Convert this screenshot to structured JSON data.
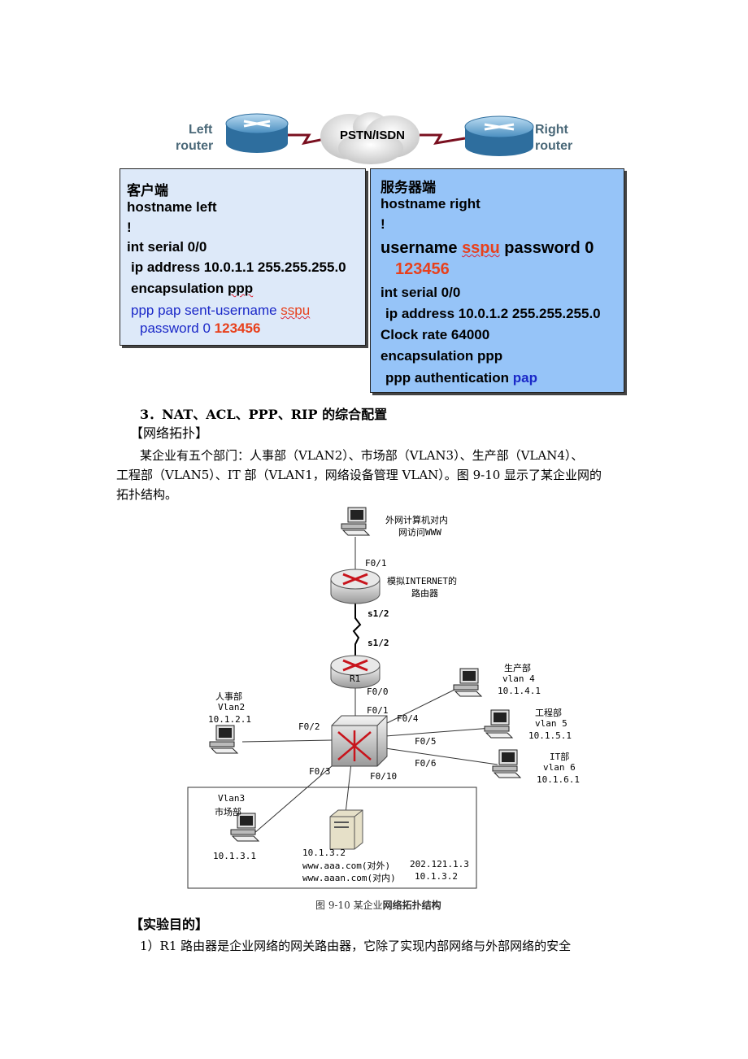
{
  "top_diagram": {
    "left_router_label": [
      "Left",
      "router"
    ],
    "right_router_label": [
      "Right",
      "router"
    ],
    "cloud_label": "PSTN/ISDN",
    "client_box": {
      "title": "客户端",
      "hostname": "hostname left",
      "bang": "!",
      "interface": "int serial 0/0",
      "ip": "ip address 10.0.1.1 255.255.255.0",
      "encap_prefix": "encapsulation ",
      "encap_word": "ppp",
      "pap_prefix": "ppp pap sent-username ",
      "pap_user": "sspu",
      "pap_pw_prefix": "password 0 ",
      "pap_pw": "123456",
      "background": "#dde9f9"
    },
    "server_box": {
      "title": "服务器端",
      "hostname": "hostname right",
      "bang": "!",
      "user_prefix": "username ",
      "user_name": "sspu",
      "user_suffix": " password 0",
      "user_pw": "123456",
      "interface": "int serial 0/0",
      "ip": "ip address 10.0.1.2 255.255.255.0",
      "clock": "Clock rate 64000",
      "encap": "encapsulation ppp",
      "auth_prefix": "ppp authentication ",
      "auth_word": "pap",
      "background": "#96c4f8"
    }
  },
  "section": {
    "heading": "3．NAT、ACL、PPP、RIP 的综合配置",
    "topology_heading": "【网络拓扑】",
    "paragraph_line1": "某企业有五个部门：人事部（VLAN2）、市场部（VLAN3）、生产部（VLAN4）、",
    "paragraph_line2": "工程部（VLAN5）、IT 部（VLAN1，网络设备管理 VLAN）。图 9-10 显示了某企业网的",
    "paragraph_line3": "拓扑结构。"
  },
  "topology": {
    "ext_pc_label": [
      "外网计算机对内",
      "网访问WWW"
    ],
    "internet_router_label": [
      "模拟INTERNET的",
      "路由器"
    ],
    "internet_f0_1": "F0/1",
    "serial_top": "s1/2",
    "serial_bottom": "s1/2",
    "r1_label": "R1",
    "r1_f0_0": "F0/0",
    "switch_f0_1": "F0/1",
    "port_f0_2": "F0/2",
    "port_f0_3": "F0/3",
    "port_f0_4": "F0/4",
    "port_f0_5": "F0/5",
    "port_f0_6": "F0/6",
    "port_f0_10": "F0/10",
    "hr": [
      "人事部",
      "Vlan2",
      "10.1.2.1"
    ],
    "production": [
      "生产部",
      "vlan 4",
      "10.1.4.1"
    ],
    "engineering": [
      "工程部",
      "vlan 5",
      "10.1.5.1"
    ],
    "it": [
      "IT部",
      "vlan 6",
      "10.1.6.1"
    ],
    "market": [
      "Vlan3",
      "市场部"
    ],
    "market_ip": "10.1.3.1",
    "server_ip": "10.1.3.2",
    "server_ext": "www.aaa.com(对外)",
    "server_ext_ip": "202.121.1.3",
    "server_int": "www.aaan.com(对内)",
    "server_int_ip": "10.1.3.2",
    "caption_prefix": "图 9-10 某企业",
    "caption_bold": "网络拓扑结构"
  },
  "purpose": {
    "heading": "【实验目的】",
    "line1": "1）R1 路由器是企业网络的网关路由器，它除了实现内部网络与外部网络的安全"
  }
}
